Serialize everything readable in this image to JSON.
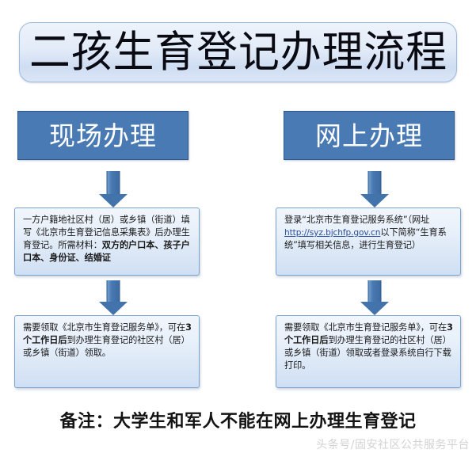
{
  "title": {
    "text": "二孩生育登记办理流程"
  },
  "branches": [
    {
      "header": "现场办理",
      "step1": {
        "prefix": "一方户籍地社区村（居）或乡镇（街道）填写《北京市生育登记信息采集表》后办理生育登记。所需材料：",
        "bold": "双方的户口本、孩子户口本、身份证、结婚证",
        "suffix": ""
      },
      "step2": {
        "prefix": "需要领取《北京市生育登记服务单》，可在",
        "bold": "3个工作日后",
        "suffix": "到办理生育登记的社区村（居）或乡镇（街道）领取。"
      }
    },
    {
      "header": "网上办理",
      "step1": {
        "prefix": "登录“北京市生育登记服务系统”（网址 ",
        "url": "http://syz.bjchfp.gov.cn",
        "suffix": "以下简称“生育系统”填写相关信息，进行生育登记）"
      },
      "step2": {
        "prefix": "需要领取《北京市生育登记服务单》，可在",
        "bold": "3个工作日后",
        "suffix": "到办理生育登记的社区村（居）或乡镇（街道）领取或者登录系统自行下载打印。"
      }
    }
  ],
  "footer": {
    "note": "备注：大学生和军人不能在网上办理生育登记"
  },
  "watermark": {
    "text": "头条号/固安社区公共服务平台"
  },
  "colors": {
    "header_blue": "#4a7ab4",
    "arrow_blue": "#4273ab",
    "box_border": "#7ba3cd",
    "link_blue": "#2b4f9a"
  }
}
